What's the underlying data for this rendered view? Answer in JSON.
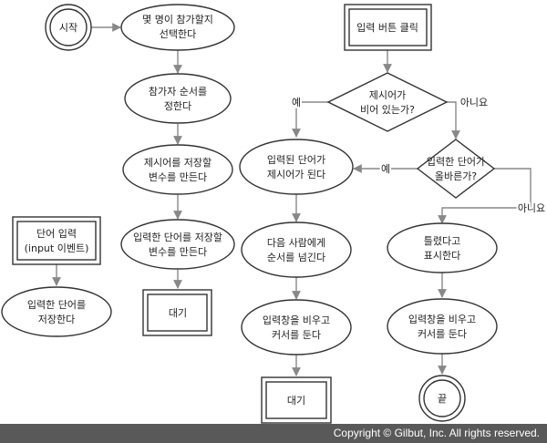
{
  "nodes": {
    "start": "시작",
    "choose_players": [
      "몇 명이 참가할지",
      "선택한다"
    ],
    "set_order": [
      "참가자 순서를",
      "정한다"
    ],
    "store_suggested": [
      "제시어를 저장할",
      "변수를 만든다"
    ],
    "store_input": [
      "입력한 단어를 저장할",
      "변수를 만든다"
    ],
    "wait_1": "대기",
    "word_input": [
      "단어 입력",
      "(input 이벤트)"
    ],
    "save_word": [
      "입력한 단어를",
      "저장한다"
    ],
    "click_button": "입력 버튼 클릭",
    "is_empty": [
      "제시어가",
      "비어 있는가?"
    ],
    "becomes_suggested": [
      "입력된 단어가",
      "제시어가 된다"
    ],
    "is_correct": [
      "입력한 단어가",
      "올바른가?"
    ],
    "next_turn": [
      "다음 사람에게",
      "순서를 넘긴다"
    ],
    "clear_input_left": [
      "입력창을 비우고",
      "커서를 둔다"
    ],
    "wait_2": "대기",
    "show_wrong": [
      "틀렸다고",
      "표시한다"
    ],
    "clear_input_right": [
      "입력창을 비우고",
      "커서를 둔다"
    ],
    "end": "끝"
  },
  "edge_labels": {
    "yes_1": "예",
    "no_1": "아니요",
    "yes_2": "예",
    "no_2": "아니요"
  },
  "footer": "Copyright © Gilbut, Inc. All rights reserved."
}
